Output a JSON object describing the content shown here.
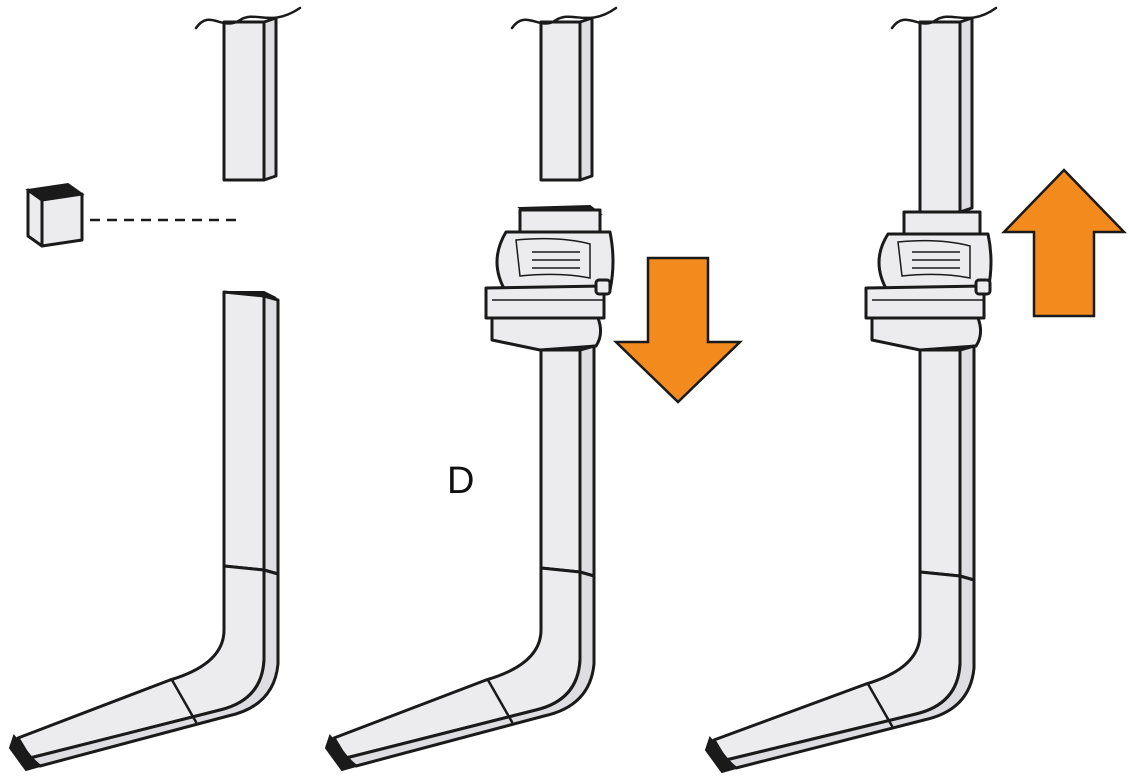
{
  "figure": {
    "step_label": "D",
    "panels": [
      {
        "id": "step-1",
        "description_visible": false
      },
      {
        "id": "step-2",
        "arrow_direction": "down"
      },
      {
        "id": "step-3",
        "arrow_direction": "up"
      }
    ],
    "colors": {
      "arrow": "#f28a1e",
      "arrow_stroke": "#1a1a1a",
      "pipe_fill": "#ececef",
      "outline": "#1a1a1a",
      "background": "#ffffff"
    }
  }
}
